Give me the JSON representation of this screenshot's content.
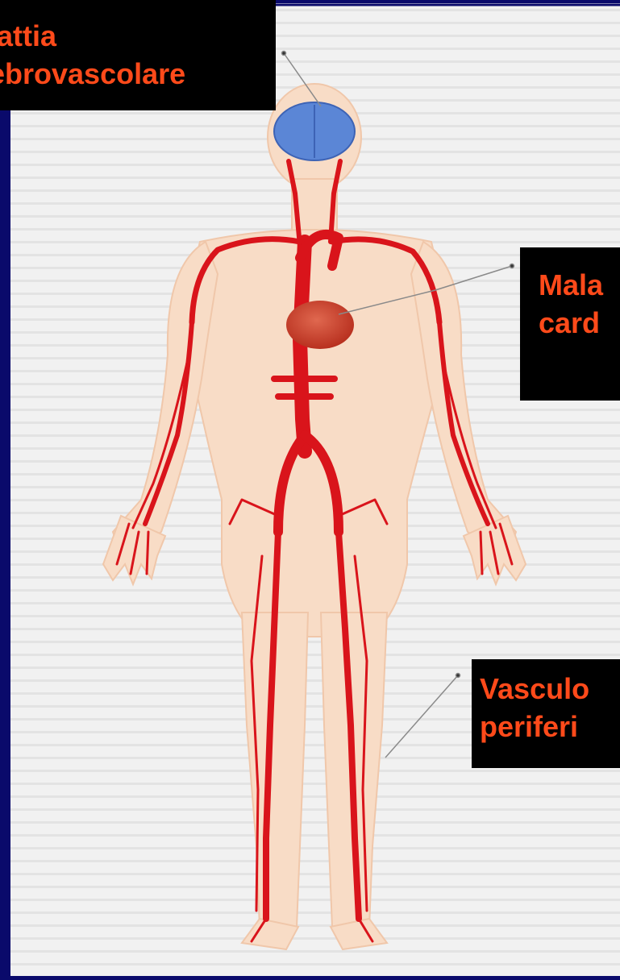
{
  "labels": {
    "cerebrovascular": {
      "line1": "lattia",
      "line2": "ebrovascolare"
    },
    "cardiac": {
      "line1": "Mala",
      "line2": "card"
    },
    "peripheral": {
      "line1": "Vasculo",
      "line2": "periferi"
    }
  },
  "colors": {
    "background_border": "#0a0a6b",
    "panel": "#f1f1f1",
    "stripe": "#e3e3e3",
    "skin": "#f8dcc6",
    "artery": "#d9141b",
    "brain": "#5b86d6",
    "heart": "#c8402b",
    "label_text": "#ff4a1a",
    "label_box": "#000000"
  }
}
